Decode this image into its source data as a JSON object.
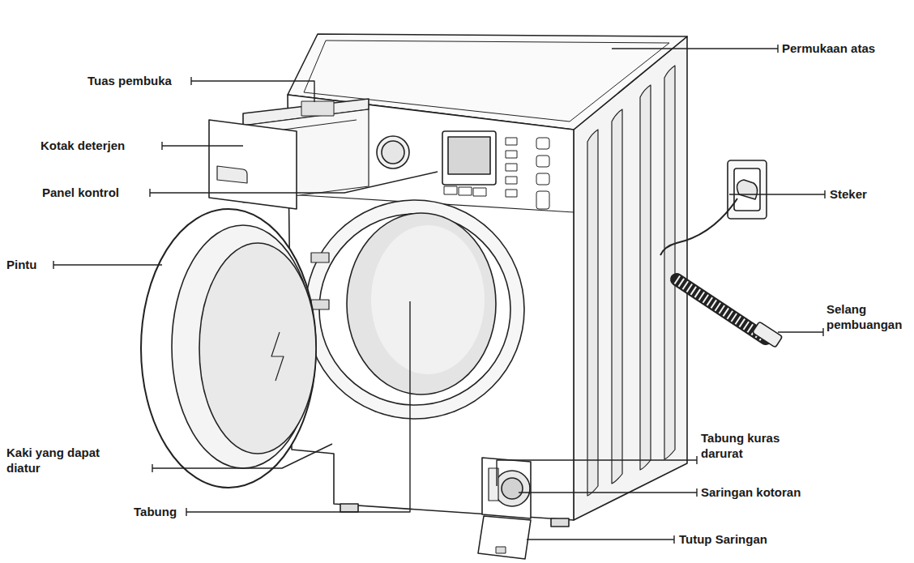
{
  "diagram": {
    "labels": [
      "Tuas pembuka",
      "Kotak deterjen",
      "Panel kontrol",
      "Pintu",
      "Kaki yang dapat diatur",
      "Tabung",
      "Permukaan atas",
      "Steker",
      "Selang pembuangan",
      "Tabung kuras darurat",
      "Saringan kotoran",
      "Tutup Saringan"
    ]
  }
}
